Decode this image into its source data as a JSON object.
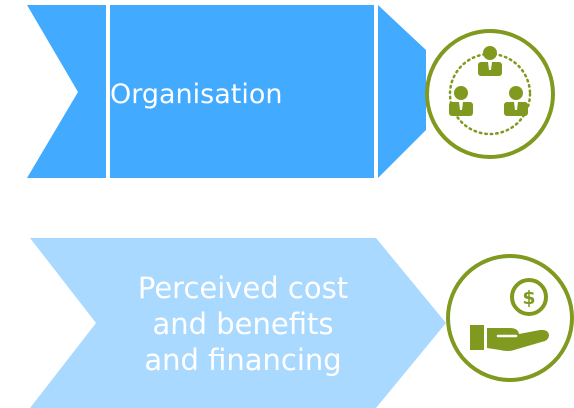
{
  "blocks": [
    {
      "label": "Organisation",
      "fill": "#42aaff",
      "icon": "people-network-icon"
    },
    {
      "label_lines": [
        "Perceived cost",
        "and benefits",
        "and financing"
      ],
      "fill": "#aad9ff",
      "icon": "hand-money-icon"
    }
  ],
  "colors": {
    "icon_green": "#7f9a1e",
    "text": "#ffffff"
  }
}
